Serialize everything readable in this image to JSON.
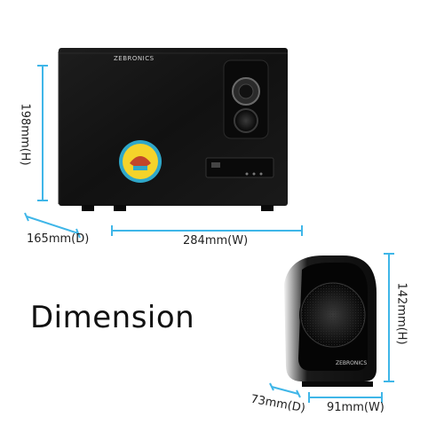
{
  "title": "Dimension",
  "colors": {
    "dimension_lines": "#3fb6e8",
    "speaker_body": "#141414",
    "badge": "#2fa7c9"
  },
  "subwoofer": {
    "brand": "ZEBRONICS",
    "height": "198mm(H)",
    "depth": "165mm(D)",
    "width": "284mm(W)"
  },
  "satellite": {
    "brand": "ZEBRONICS",
    "height": "142mm(H)",
    "depth": "73mm(D)",
    "width": "91mm(W)"
  }
}
